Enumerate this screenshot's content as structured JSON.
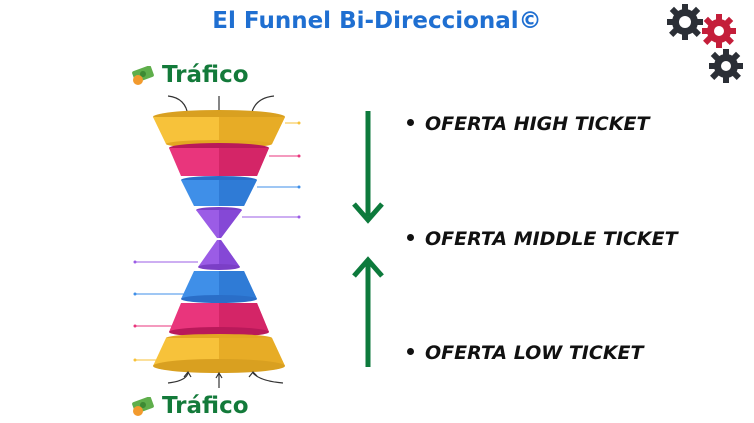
{
  "title": "El Funnel Bi-Direccional©",
  "traffic": {
    "top_label": "Tráfico",
    "bottom_label": "Tráfico"
  },
  "offers": [
    {
      "label": "OFERTA HIGH TICKET"
    },
    {
      "label": "OFERTA MIDDLE TICKET"
    },
    {
      "label": "OFERTA LOW TICKET"
    }
  ],
  "colors": {
    "title": "#1f6fd1",
    "traffic_text": "#137a3a",
    "arrow": "#0d7a3c",
    "yellow": "#f7c23a",
    "pink": "#e9357c",
    "blue": "#3f8fe8",
    "purple": "#9b5ce6"
  },
  "icons": [
    "gears-icon",
    "money-icon",
    "arrow-down-icon",
    "arrow-up-icon"
  ]
}
